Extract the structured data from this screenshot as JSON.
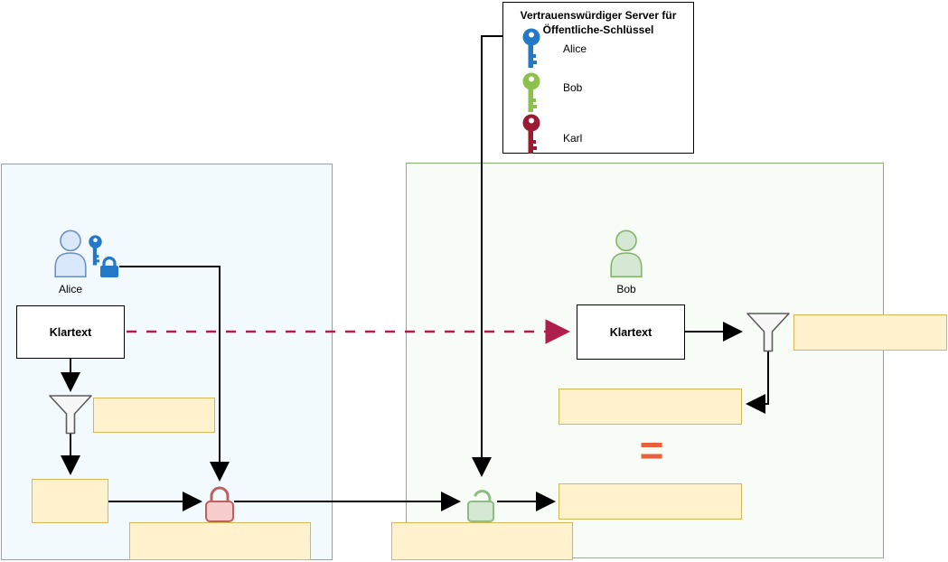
{
  "server": {
    "title_line1": "Vertrauenswürdiger Server für",
    "title_line2": "Öffentliche-Schlüssel",
    "keys": [
      {
        "label": "Alice",
        "color": "#2478c8"
      },
      {
        "label": "Bob",
        "color": "#8cc14b"
      },
      {
        "label": "Karl",
        "color": "#9c1b33"
      }
    ]
  },
  "left_zone": {
    "actor_label": "Alice",
    "plaintext_label": "Klartext"
  },
  "right_zone": {
    "actor_label": "Bob",
    "plaintext_label": "Klartext",
    "equals_sign": "="
  },
  "palette": {
    "region_blue_fill": "#f2fafe",
    "region_blue_border": "#87a3c6",
    "region_green_fill": "#f7fcf6",
    "region_green_border": "#87b56f",
    "yellow_box_fill": "#fff2cc",
    "yellow_box_border": "#d6b656",
    "connector_black": "#000000",
    "connector_dashed_crimson": "#ae1f4d",
    "equals_orange": "#e8603c",
    "alice_blue": "#2478c8",
    "bob_green": "#8cc14b",
    "karl_red": "#9c1b33",
    "pink_lock_fill": "#f8cecc",
    "pink_lock_stroke": "#c0605c",
    "green_lock_fill": "#d5e8d4",
    "green_lock_stroke": "#8fbc83",
    "person_blue_fill": "#dae8fc",
    "person_blue_stroke": "#6c8ebf",
    "person_green_fill": "#d5e8d4",
    "person_green_stroke": "#82b366",
    "funnel_fill": "#f7f7f7",
    "funnel_stroke": "#5b5b5b"
  }
}
